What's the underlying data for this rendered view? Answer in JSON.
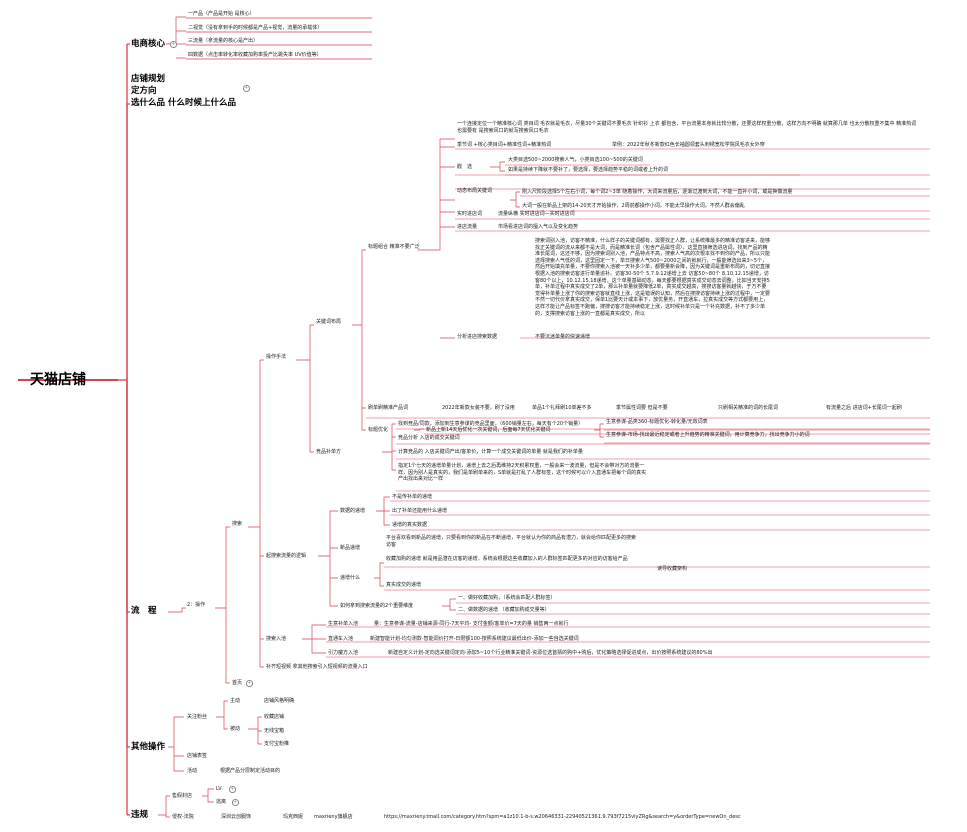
{
  "root": {
    "label": "天猫店铺"
  },
  "colors": {
    "line": "#d9434f"
  },
  "branches": [
    {
      "label": "电商核心",
      "children": [
        "一产品（产品是开始 是核心）",
        "二视觉（没有拿到手的时候都是产品+视觉，流量的承载体）",
        "三流量（拿流量的核心是产出）",
        "四数据（点击率转化率收藏加购率投产比跳失率 UV价值等）"
      ]
    },
    {
      "label_lines": [
        "店铺规划",
        "定方向",
        "选什么品 什么时候上什么品"
      ]
    },
    {
      "label": "流　程"
    },
    {
      "label": "其他操作"
    },
    {
      "label": "违规"
    }
  ],
  "flow": {
    "operation": "2：操作",
    "skills": "操作手法",
    "keyword_layout": "关键词布局",
    "title_combo": "标题组合  精准不要广泛",
    "intro": "一个连接定位一个精准核心词 类目词  毛衣就是毛衣，尽量30个关键词不要毛衣 针织衫  上衣 都包含，平台流量本身就比较分散，还要这样权重分散，这样方向不明确  就算那几单 也太分散权重不集中   精准热词也需要有  是搜索风口的就写搜索风口毛衣",
    "season_words": "季节词 +核心类目词+精准性词+精准热词",
    "season_example": "举例：2022年秋冬新款红色长袖圆领套头刺绣宽松学院风毛衣女外穿",
    "daily_label": "戳　选",
    "daily_lines": [
      "大类目选500~2000搜索人气，小类目选100~500的关键词",
      "如果是持续下降就不要补了，要选择，要选择趋势平稳的词或者上升的词"
    ],
    "dynamic_label": "动态布局关键词",
    "dynamic_lines": [
      "刚入尺阶段选择5个左右小词，每个词2~3单 随着操作，大词来流量后，逐渐过渡到大词，不能一直补小词，或是换做流量",
      "大词一般在新品上架的14-20天才开始操作，2周前都操作小词，不能太早操作大词，不然人群会偏乱"
    ],
    "realtime": "实时进店词",
    "realtime_note": "流量纵横 实时进店词—实时进店词",
    "visitor": "进店流量",
    "visitor_note": "市场看进店词的擅入气以及变化趋势",
    "paragraph": "搜索词别入池，访客不精准，什么样子的关键词都有，需要找正人群，让系统推最多的精准访客进来，能够找正关键词的流从来都不是大词，而是精准长词（包含产品属性词），这里直接筛选进店词，找到产品的精准长尾词，这还不够，因为搜索词别入池，产品特点不高，搜索人气高的次根本找不到你的产品，所以只能选择搜索人气低的词，这里固定一下，单日搜索人气500~2000之间的就就行，一般能筛选出来3~5个，然后开始填充单量，不要你搜索入池被一天补多少单，都要量新会降，因为关键词是重新布局的，切记直接根据入池的搜索访客进行单量追补。访客30-50个 5.7.9.12递增上去  访客50~80个 8.10.12.15递增，访客80个以上，10.12.15.18递增，这个单量基础动态，每天都要根据真实成交动态去调整，比如当天安排5单，补单过程中真实成交了2单，那么补单量就要降低2单，真实成交越高，搜搜访客量就越快，于万不要觉得补单量上涨了你的搜索访客就直线上涨，这是错误的认知，然后在搜搜访客持续上涨的过程中，一定要不然一切代价拿真实成交，保单1比要天计或本事下，放优量务，开直通车，拉真实成交等方式都要用上，这样才能让产品标签不跑偏，搜搜访客才能持续稳定上涨，这时候补单只是一个补充数据，补不了多少单的，支撑搜索访客上涨的一直都是真实成交，所以",
    "analysis": "分析进店搜索数据",
    "analysis_note": "不要沉迷单量的快速递增",
    "split_label": "刷单刷精准产品词",
    "split_parts": [
      "2022年新款女装不要，刷了没用",
      "单品1个礼拜刷10单差不多",
      "季节属性词要 但是不要",
      "只刷相关精准的词的长尾词",
      "有流量之后  进店词+长尾词一起刷"
    ],
    "title_opt": "标题优化",
    "title_opt_note": "新品上新14天后优化一次关键词，后面每7天优化关键词",
    "title_opt_items": [
      "生意参谋-品类360-标题优化-转化量/无效词表",
      "生意参谋-市场-找出最近稳定或者上升趋势的精准关键词，用计算竞争力，找出竞争力小的词"
    ],
    "compete": "竞品补单方",
    "compete_items": [
      "找到竞品/同款，添加到生意参谋的竞品里面，（600销量左右，每天有个20个销量）",
      "竞品分析  入店的成交关键词",
      "计算竞品的 入店关键词产出/客单价，计算一个成交关键词的单量  就是我们的补单量"
    ],
    "compete_para": "指定1个七天的递增单量计划，递增上去之后再维持2天积累权重，一般会来一波流量，但是不会带对方的流量一样，因为别人是真实的，我们是单刷单来的，S单就是打乱了人群标签，这个时候可以介入直通车把每个词的真实产出找出来对比一样",
    "search": "搜索",
    "search_logic": "起搜索流量的逻辑",
    "data_inc": "数据的递增",
    "data_inc_items": [
      "不是传补单的递增",
      "出了补单还能用什么递增",
      "递增的真实数据"
    ],
    "new_inc": "新品递增",
    "new_inc_note": "平台喜欢看到新品的递增，只要看到你的新品在不断递增，平台就认为你的商品有潜力，就会给你匹配更多的搜索访客",
    "inc_what": "递增什么",
    "inc_what_note": "收藏加购的递增 就是用品潜在访客的递增，系统会根据这些收藏加入的人群标签匹配更多的对应的访客给产品",
    "inc_what_side": "读导收藏架构",
    "inc_real": "真实成交的递增",
    "how_inc": "如何拿到搜索流量的2个重要维度",
    "how_inc_items": [
      "一、做好收藏加购，（系统会匹配人群标签）",
      "二、做数据的递增  （收藏加购成交量等）"
    ],
    "search_entry": "搜索入池",
    "search_entry_label": "生意补单入池",
    "search_entry_note": "量：生意参谋-流量-店铺来源-同行-7天平均- 支付金额/客单价=7天的量  销售两一点就行",
    "ztc_entry": "直通车入池",
    "ztc_entry_note": "新建智能计划-均匀测款-智能调价打开-日限额100-按照系统建议最低出价-添加一些自选关键词",
    "yinli": "引力魔方入池",
    "yinli_note": "新建自定义计划-定向选关键词定向-添加5~10个行业精准关键词-资源位选首猜的购中+购后，优化策略选择促进成点，出价按照系统建议的80%出",
    "video": "补齐短视频  拿其他搜索引入短视频的流量入口",
    "home": "首页"
  },
  "other": {
    "follow": "关注粉丝",
    "active": "主动",
    "active_item": "店铺风格明确",
    "passive": "被动",
    "passive_items": [
      "收藏店铺",
      "无线宝箱",
      "支付宝粉推"
    ],
    "shop_tag": "店铺表签",
    "event": "活动",
    "event_note": "根据产品分层制定活动目的"
  },
  "violation": {
    "sales_hidden": "售假封店",
    "lv": "LV",
    "hidden": "逃离",
    "rights": "侵权-法院",
    "shenzhen": "深圳云创服饰",
    "mx_label": "玛克西妮",
    "mx_shop": "maxrieny旗舰店",
    "url": "https://maxrieny.tmall.com/category.htm?spm=a1z10.1-b-s.w20646331-22940521361.9.793f7215vlyZRg&search=y&orderType=newOn_desc"
  }
}
